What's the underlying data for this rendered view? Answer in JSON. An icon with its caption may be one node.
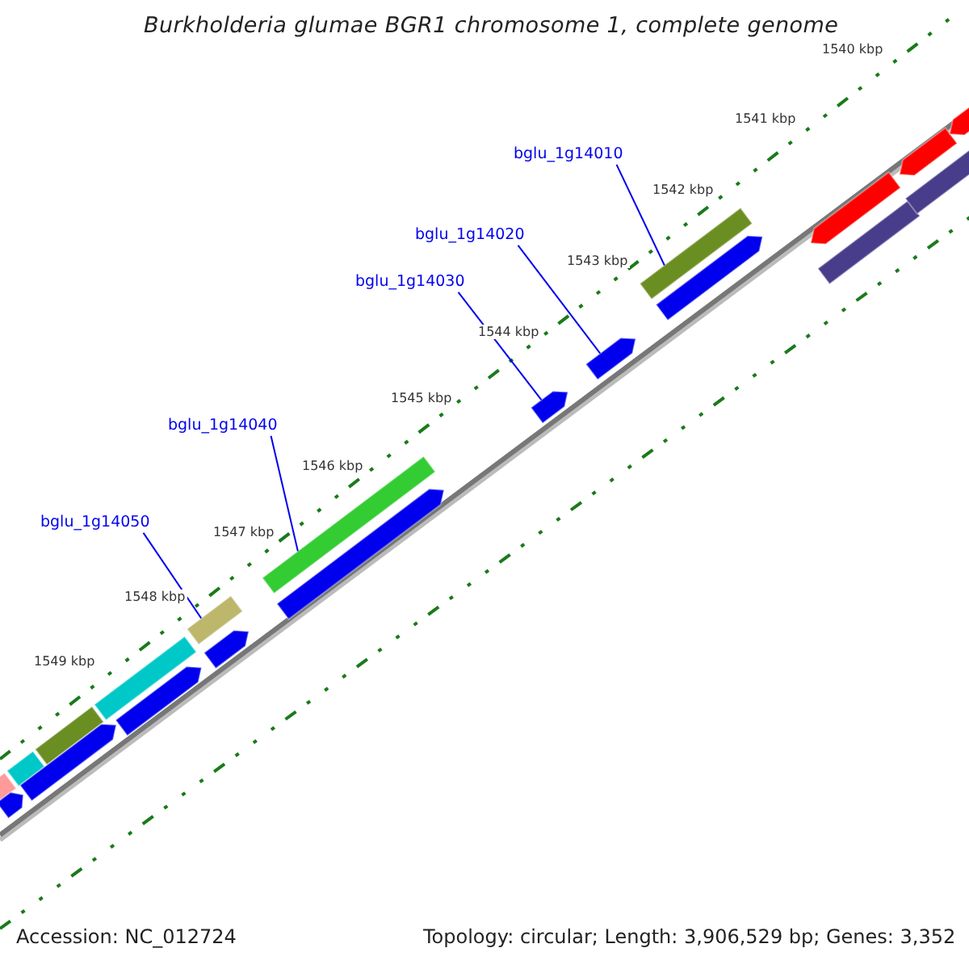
{
  "diagram": {
    "title": "Burkholderia glumae BGR1 chromosome 1, complete genome",
    "nodes": [
      {
        "text": [
          "bglu_1g14010"
        ]
      },
      {
        "text": [
          "bglu_1g14020"
        ]
      },
      {
        "text": [
          "bglu_1g14030"
        ]
      },
      {
        "text": [
          "bglu_1g14040"
        ]
      },
      {
        "text": [
          "bglu_1g14050"
        ]
      },
      {
        "text": [],
        "shape": "bar"
      },
      {
        "text": [],
        "shape": "arrow"
      },
      {
        "text": [],
        "shape": "arrow"
      },
      {
        "text": [],
        "shape": "bar"
      },
      {
        "text": [],
        "shape": "bar"
      },
      {
        "text": [],
        "shape": "arrow"
      },
      {
        "text": [],
        "shape": "arrow"
      },
      {
        "text": [],
        "shape": "arrow"
      },
      {
        "text": [],
        "shape": "bar"
      },
      {
        "text": [],
        "shape": "arrow"
      },
      {
        "text": [],
        "shape": "bar"
      },
      {
        "text": [],
        "shape": "bar"
      },
      {
        "text": [],
        "shape": "arrow"
      },
      {
        "text": [],
        "shape": "bar"
      },
      {
        "text": [],
        "shape": "arrow"
      },
      {
        "text": [],
        "shape": "arrow"
      },
      {
        "text": [],
        "shape": "arrow"
      },
      {
        "text": [],
        "shape": "arrow"
      },
      {
        "text": [],
        "shape": "bar"
      },
      {
        "text": [],
        "shape": "bar"
      }
    ],
    "edges": [
      {
        "from": 0,
        "to": 5,
        "arrow": "none"
      },
      {
        "from": 1,
        "to": 6,
        "arrow": "none"
      },
      {
        "from": 2,
        "to": 7,
        "arrow": "none"
      },
      {
        "from": 3,
        "to": 8,
        "arrow": "none"
      },
      {
        "from": 4,
        "to": 9,
        "arrow": "none"
      }
    ],
    "labels": [
      "1540 kbp",
      "1541 kbp",
      "1542 kbp",
      "1543 kbp",
      "1544 kbp",
      "1545 kbp",
      "1546 kbp",
      "1547 kbp",
      "1548 kbp",
      "1549 kbp",
      "Accession: NC_012724",
      "Topology: circular; Length: 3,906,529 bp; Genes: 3,352"
    ]
  }
}
